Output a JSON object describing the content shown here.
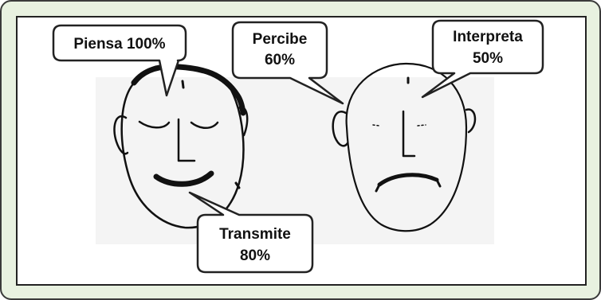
{
  "callouts": {
    "piensa": {
      "line1": "Piensa 100%"
    },
    "percibe": {
      "line1": "Percibe",
      "line2": "60%"
    },
    "interpreta": {
      "line1": "Interpreta",
      "line2": "50%"
    },
    "transmite": {
      "line1": "Transmite",
      "line2": "80%"
    }
  }
}
